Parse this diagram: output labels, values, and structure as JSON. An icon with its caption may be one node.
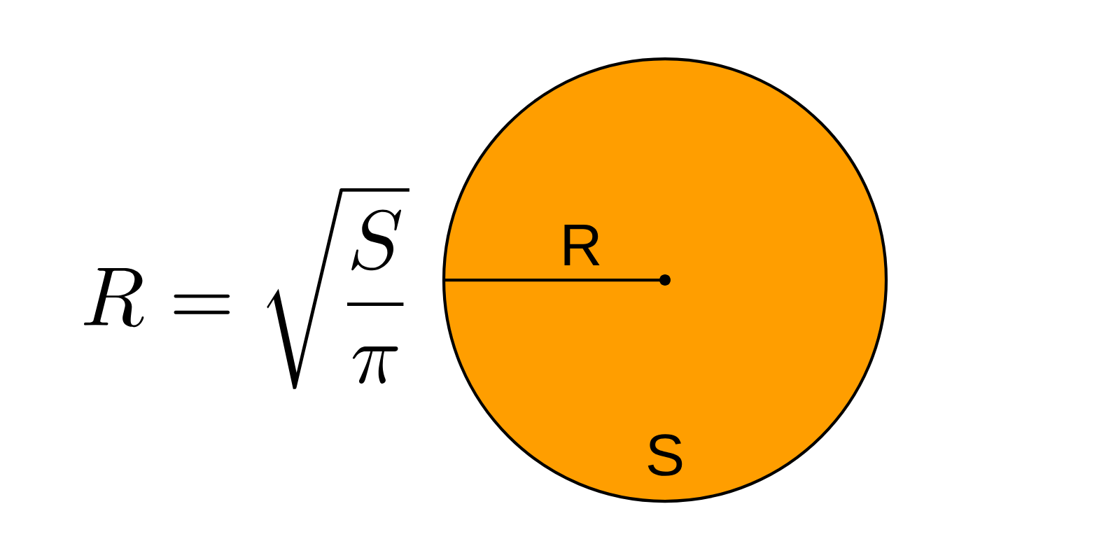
{
  "diagram": {
    "nodes": [
      {
        "text": [
          "S"
        ]
      }
    ],
    "labels": [
      "R =\\sqrt{\\frac{S}{\\pi}}",
      "R"
    ]
  }
}
